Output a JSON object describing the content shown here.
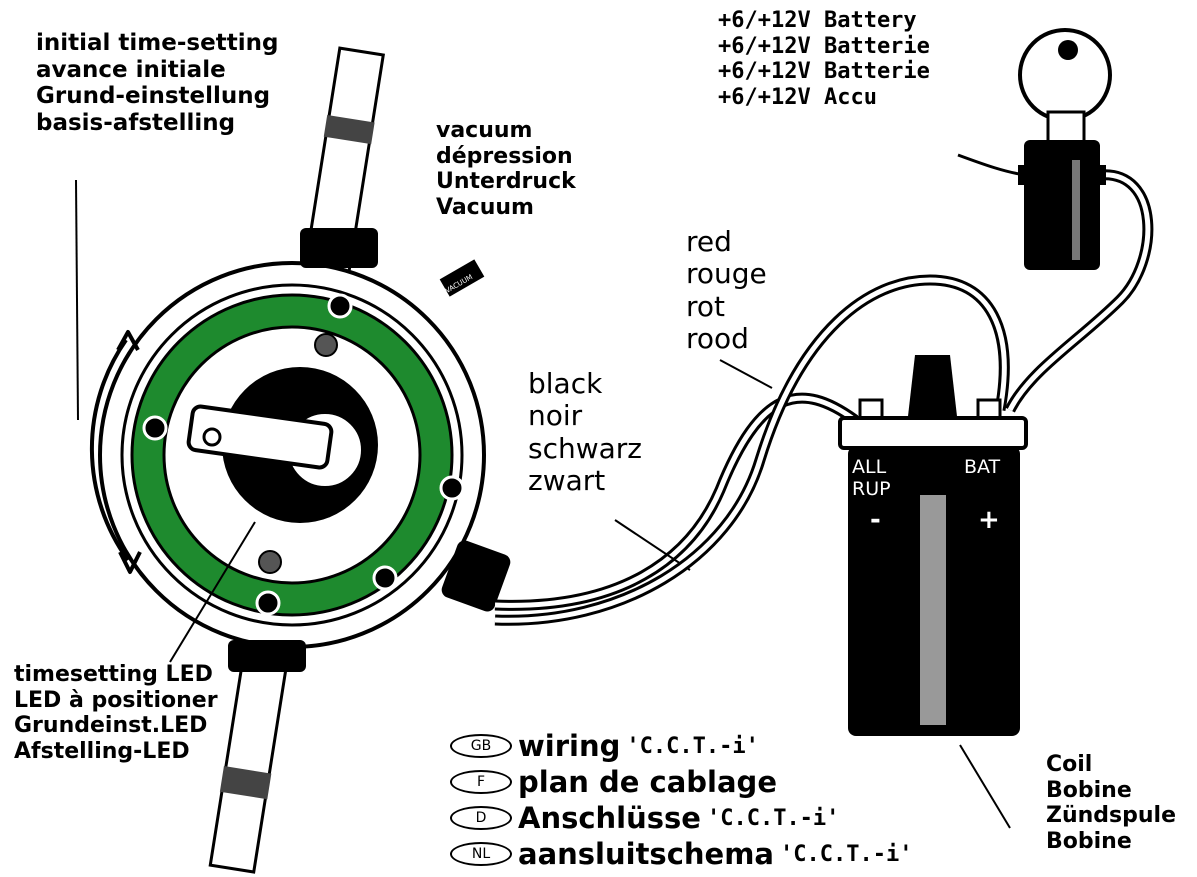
{
  "labels": {
    "initial": [
      "initial time-setting",
      "avance initiale",
      "Grund-einstellung",
      "basis-afstelling"
    ],
    "vacuum": [
      "vacuum",
      "dépression",
      "Unterdruck",
      "Vacuum"
    ],
    "battery": [
      "+6/+12V Battery",
      "+6/+12V Batterie",
      "+6/+12V Batterie",
      "+6/+12V Accu"
    ],
    "red": [
      "red",
      "rouge",
      "rot",
      "rood"
    ],
    "black": [
      "black",
      "noir",
      "schwarz",
      "zwart"
    ],
    "led": [
      "timesetting LED",
      "LED à positioner",
      "Grundeinst.LED",
      "Afstelling-LED"
    ],
    "coil": [
      "Coil",
      "Bobine",
      "Zündspule",
      "Bobine"
    ]
  },
  "coil_terminals": {
    "left_top": "ALL",
    "left_bottom": "RUP",
    "left_sign": "-",
    "right_top": "BAT",
    "right_sign": "+"
  },
  "vacuum_tag": "VACUUM",
  "legend": [
    {
      "badge": "GB",
      "text": "wiring",
      "code": "'C.C.T.-i'"
    },
    {
      "badge": "F",
      "text": "plan de cablage",
      "code": ""
    },
    {
      "badge": "D",
      "text": "Anschlüsse",
      "code": "'C.C.T.-i'"
    },
    {
      "badge": "NL",
      "text": "aansluitschema",
      "code": "'C.C.T.-i'"
    }
  ],
  "colors": {
    "green": "#1e8a2e",
    "black": "#000000",
    "white": "#ffffff"
  }
}
